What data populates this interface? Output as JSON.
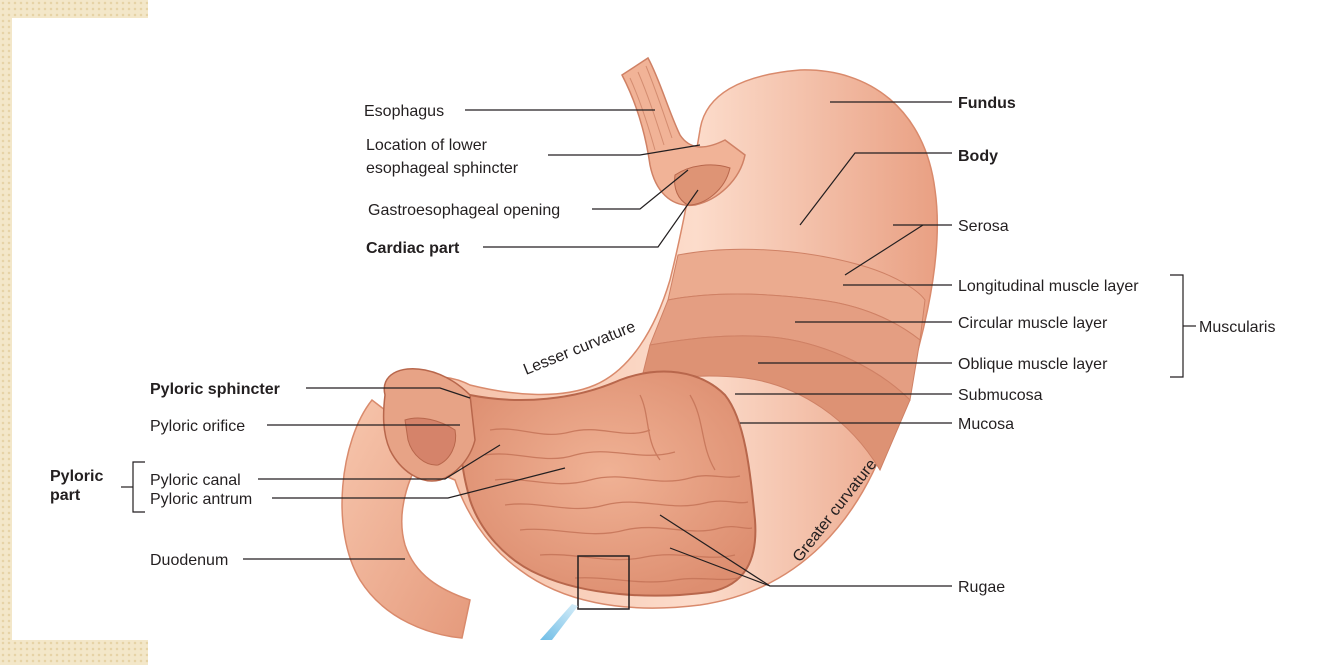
{
  "labels": {
    "esophagus": "Esophagus",
    "les_line1": "Location of lower",
    "les_line2": "esophageal sphincter",
    "gastroesophageal_opening": "Gastroesophageal opening",
    "cardiac_part": "Cardiac part",
    "pyloric_sphincter": "Pyloric sphincter",
    "pyloric_orifice": "Pyloric orifice",
    "pyloric_part_line1": "Pyloric",
    "pyloric_part_line2": "part",
    "pyloric_canal": "Pyloric canal",
    "pyloric_antrum": "Pyloric antrum",
    "duodenum": "Duodenum",
    "fundus": "Fundus",
    "body": "Body",
    "serosa": "Serosa",
    "longitudinal_muscle_layer": "Longitudinal muscle layer",
    "circular_muscle_layer": "Circular muscle layer",
    "oblique_muscle_layer": "Oblique muscle layer",
    "muscularis": "Muscularis",
    "submucosa": "Submucosa",
    "mucosa": "Mucosa",
    "rugae": "Rugae",
    "lesser_curvature": "Lesser curvature",
    "greater_curvature": "Greater curvature"
  },
  "colors": {
    "tissue": "#f2b49a",
    "tissue_light": "#fbdccb",
    "tissue_dark": "#d98a6c",
    "interior": "#e9a07f",
    "leader": "#231f20",
    "corner_bg": "#f3e7c9",
    "pointer": "#7ec8ec"
  }
}
